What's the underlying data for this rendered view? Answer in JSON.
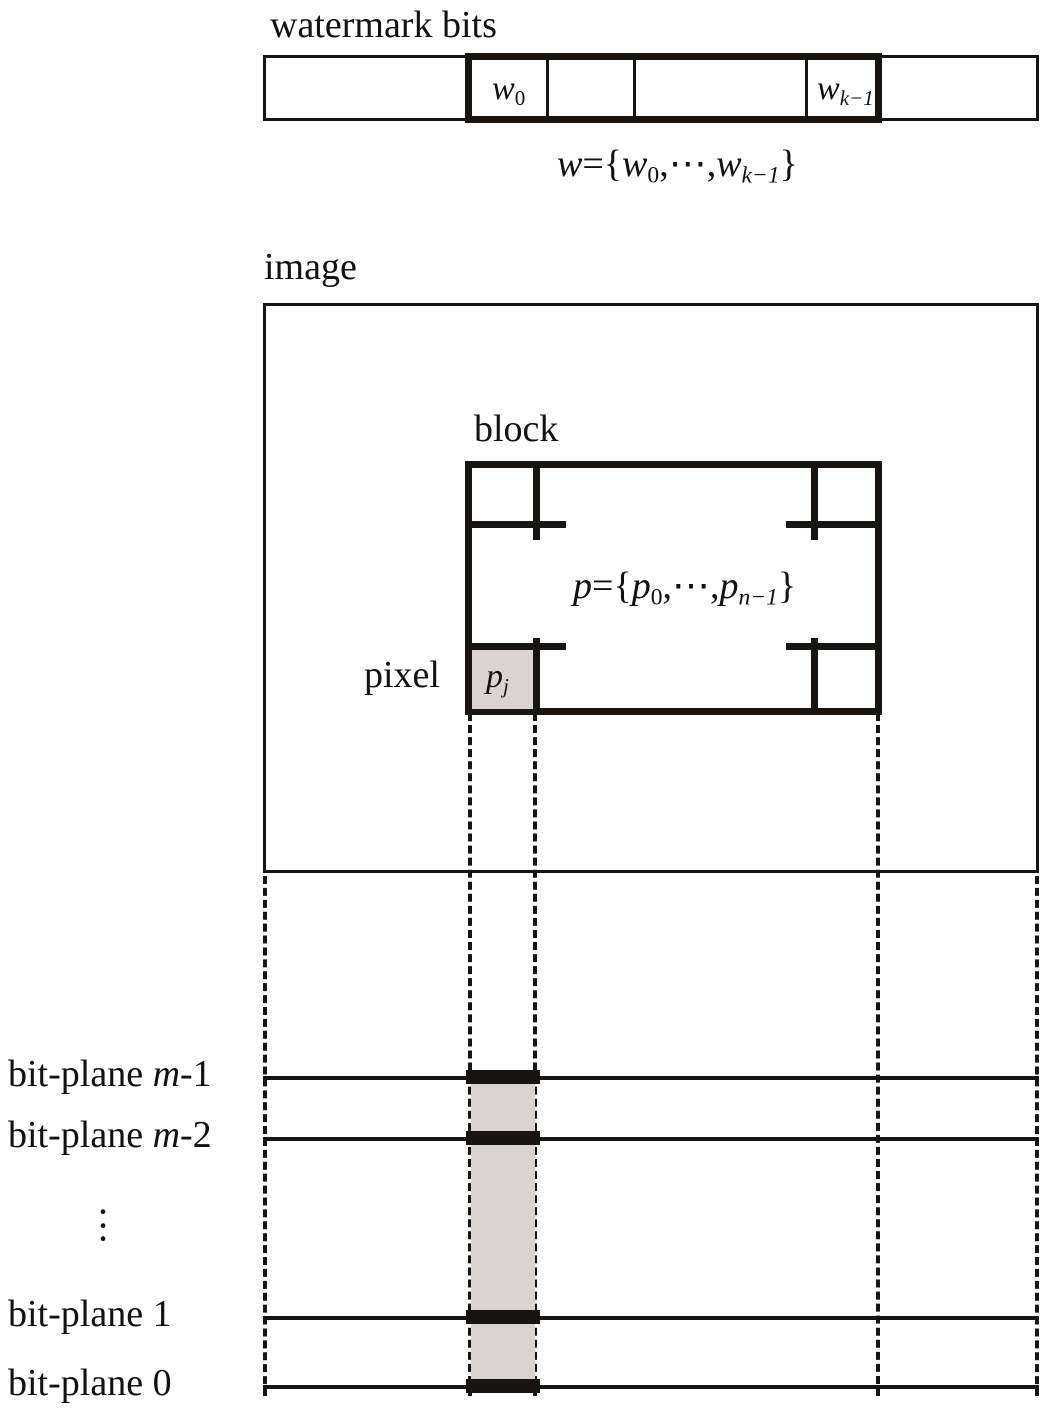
{
  "figure": {
    "title_watermark": "watermark bits",
    "label_image": "image",
    "label_block": "block",
    "label_pixel": "pixel"
  },
  "watermark_strip": {
    "label": "watermark bits",
    "cells": [
      {
        "label": "",
        "highlighted": false
      },
      {
        "label": "w",
        "sub": "0",
        "highlighted": true
      },
      {
        "label": "",
        "highlighted": true
      },
      {
        "label": "",
        "highlighted": true
      },
      {
        "label": "w",
        "sub": "k−1",
        "highlighted": true
      },
      {
        "label": "",
        "highlighted": false
      }
    ],
    "equation": {
      "lhs": "w",
      "eq": "=",
      "open": "{",
      "first": "w",
      "first_sub": "0",
      "sep1": ",",
      "ellipsis": "⋯",
      "sep2": ",",
      "last": "w",
      "last_sub": "k−1",
      "close": "}"
    }
  },
  "image_region": {
    "label": "image",
    "block": {
      "label": "block",
      "equation": {
        "lhs": "p",
        "eq": "=",
        "open": "{",
        "first": "p",
        "first_sub": "0",
        "sep1": ",",
        "ellipsis": "⋯",
        "sep2": ",",
        "last": "p",
        "last_sub": "n−1",
        "close": "}"
      },
      "pixel": {
        "label": "pixel",
        "symbol": "p",
        "symbol_sub": "j"
      }
    }
  },
  "bitplanes": {
    "rows": [
      {
        "name": "bit-plane m-1",
        "prefix": "bit-plane ",
        "var": "m",
        "suffix": "-1"
      },
      {
        "name": "bit-plane m-2",
        "prefix": "bit-plane ",
        "var": "m",
        "suffix": "-2"
      },
      {
        "name": "bit-plane 1",
        "prefix": "bit-plane ",
        "var": "",
        "suffix": "1"
      },
      {
        "name": "bit-plane 0",
        "prefix": "bit-plane ",
        "var": "",
        "suffix": "0"
      }
    ],
    "vertical_ellipsis": "⋮"
  },
  "colors": {
    "ink": "#171412",
    "highlight_fill": "#d9d3d1",
    "background": "#ffffff"
  }
}
